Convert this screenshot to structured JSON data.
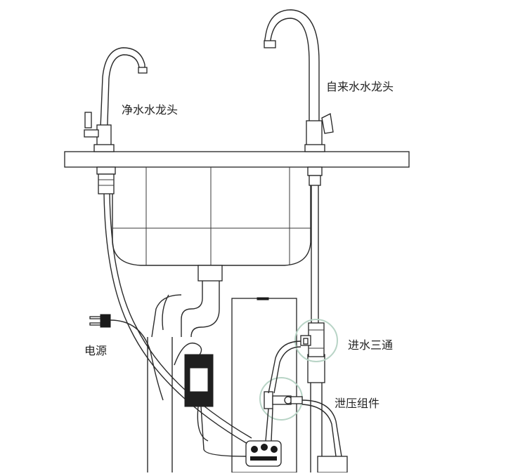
{
  "labels": {
    "purified_faucet": "净水水龙头",
    "tap_faucet": "自来水水龙头",
    "power": "电源",
    "inlet_tee": "进水三通",
    "pressure_relief": "泄压组件"
  },
  "colors": {
    "line": "#2a2a2a",
    "background": "#ffffff"
  }
}
